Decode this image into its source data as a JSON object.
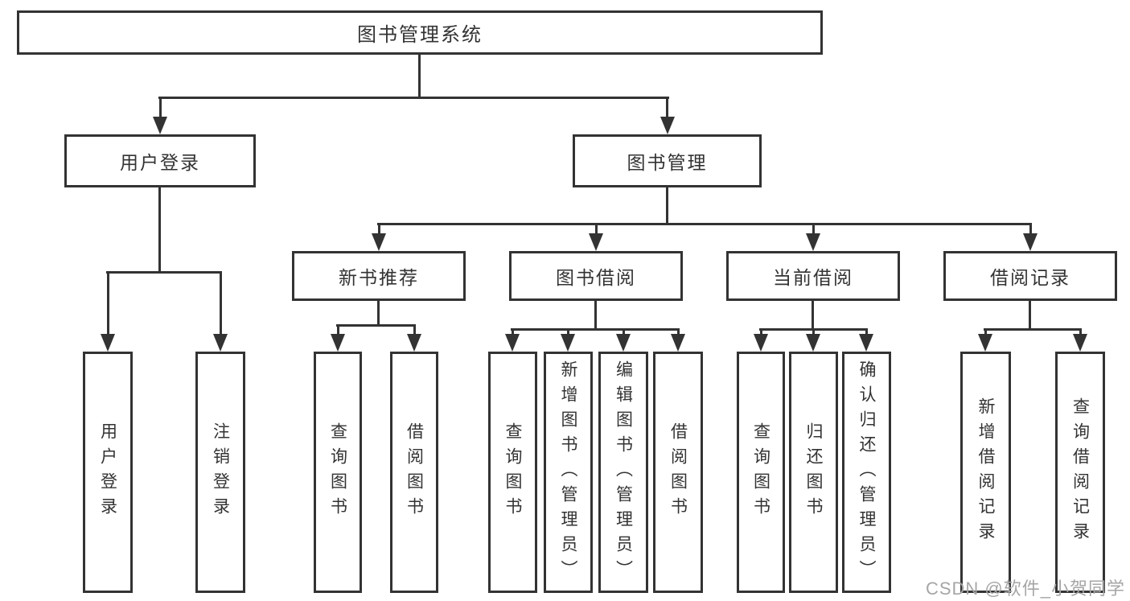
{
  "tree": {
    "root": {
      "label": "图书管理系统"
    },
    "branches": [
      {
        "label": "用户登录",
        "children": [
          {
            "label": "用户登录"
          },
          {
            "label": "注销登录"
          }
        ]
      },
      {
        "label": "图书管理",
        "children": [
          {
            "label": "新书推荐",
            "children": [
              {
                "label": "查询图书"
              },
              {
                "label": "借阅图书"
              }
            ]
          },
          {
            "label": "图书借阅",
            "children": [
              {
                "label": "查询图书"
              },
              {
                "label": "新增图书（管理员）"
              },
              {
                "label": "编辑图书（管理员）"
              },
              {
                "label": "借阅图书"
              }
            ]
          },
          {
            "label": "当前借阅",
            "children": [
              {
                "label": "查询图书"
              },
              {
                "label": "归还图书"
              },
              {
                "label": "确认归还（管理员）"
              }
            ]
          },
          {
            "label": "借阅记录",
            "children": [
              {
                "label": "新增借阅记录"
              },
              {
                "label": "查询借阅记录"
              }
            ]
          }
        ]
      }
    ]
  },
  "watermark": {
    "text": "CSDN @软件_小贺同学"
  },
  "colors": {
    "line": "#333333",
    "text": "#333333",
    "box_background": "#ffffff",
    "page_background": "#ffffff",
    "watermark": "#a6a6a6"
  }
}
